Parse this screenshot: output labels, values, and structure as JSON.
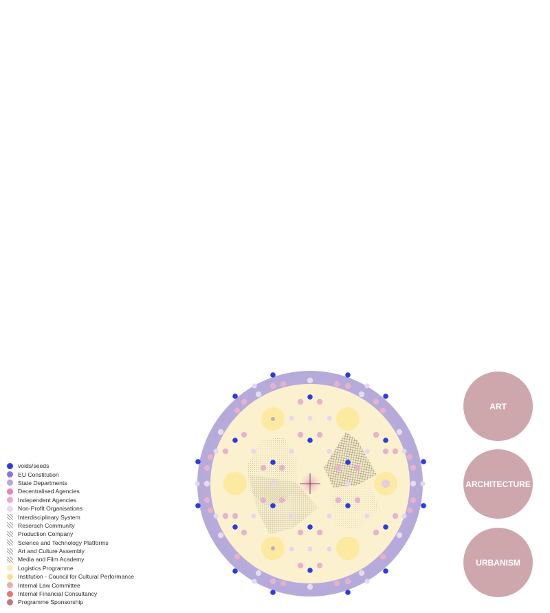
{
  "legend": [
    {
      "label": "voids/seeds",
      "color": "#2d3be0",
      "kind": "dot"
    },
    {
      "label": "EU Constitution",
      "color": "#8a77c5",
      "kind": "dot"
    },
    {
      "label": "State Departments",
      "color": "#b9a6e0",
      "kind": "dot"
    },
    {
      "label": "Decentralised Agencies",
      "color": "#e583b6",
      "kind": "dot"
    },
    {
      "label": "Independent Agencies",
      "color": "#eea9d0",
      "kind": "dot"
    },
    {
      "label": "Non-Profit Organisations",
      "color": "#ecd9ee",
      "kind": "dot"
    },
    {
      "label": "Interdisciplinary System",
      "color": "#9a9a9a",
      "kind": "pattern"
    },
    {
      "label": "Reserach Community",
      "color": "#9a9a9a",
      "kind": "pattern"
    },
    {
      "label": "Production Company",
      "color": "#cfcfcf",
      "kind": "pattern"
    },
    {
      "label": "Science and Technology Platforms",
      "color": "#9a9a9a",
      "kind": "pattern"
    },
    {
      "label": "Art and Culture Assembly",
      "color": "#9a9a9a",
      "kind": "pattern"
    },
    {
      "label": "Media and Film Academy",
      "color": "#b0b0b0",
      "kind": "pattern"
    },
    {
      "label": "Logistics Programme",
      "color": "#fbeeb8",
      "kind": "dot"
    },
    {
      "label": "Institution - Council for Cultural Performance",
      "color": "#fbe094",
      "kind": "dot"
    },
    {
      "label": "Internal Law Committee",
      "color": "#f2aaa6",
      "kind": "dot"
    },
    {
      "label": "Internal Financial Consultancy",
      "color": "#ec7470",
      "kind": "dot"
    },
    {
      "label": "Programme Sponsorship",
      "color": "#b97a82",
      "kind": "dot"
    }
  ],
  "categories": [
    {
      "label": "ART"
    },
    {
      "label": "ARCHITECTURE"
    },
    {
      "label": "URBANISM"
    }
  ],
  "colors": {
    "outer_ring": "#a99bd4",
    "inner_disc": "#fbf1cf",
    "category_circle": "#cea7ad",
    "seed": "#2d3be0",
    "pink_dot": "#e6b3cf",
    "lilac_dot": "#e4d8ef",
    "yellow_dot": "#fbeaa0"
  }
}
